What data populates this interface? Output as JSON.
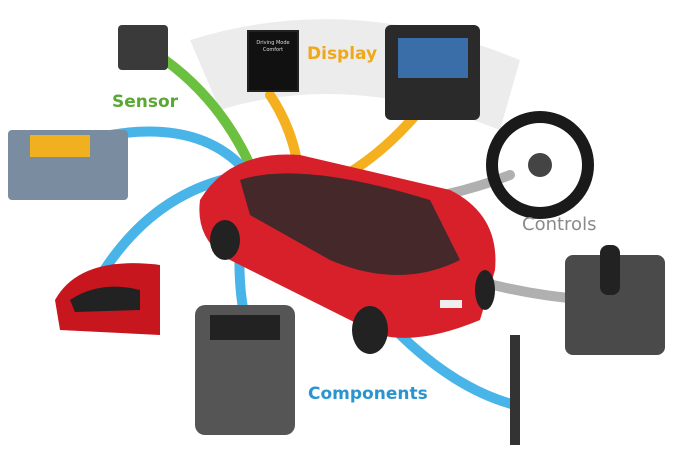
{
  "labels": {
    "sensor": "Sensor",
    "display": "Display",
    "controls": "Controls",
    "components": "Components"
  },
  "cluster_screen": {
    "mode_line1": "Driving Mode",
    "mode_line2": "Comfort"
  },
  "colors": {
    "sensor": "#5aa832",
    "display": "#f0a818",
    "controls": "#8a8a8a",
    "components": "#2a94d0",
    "car": "#d8202a"
  }
}
